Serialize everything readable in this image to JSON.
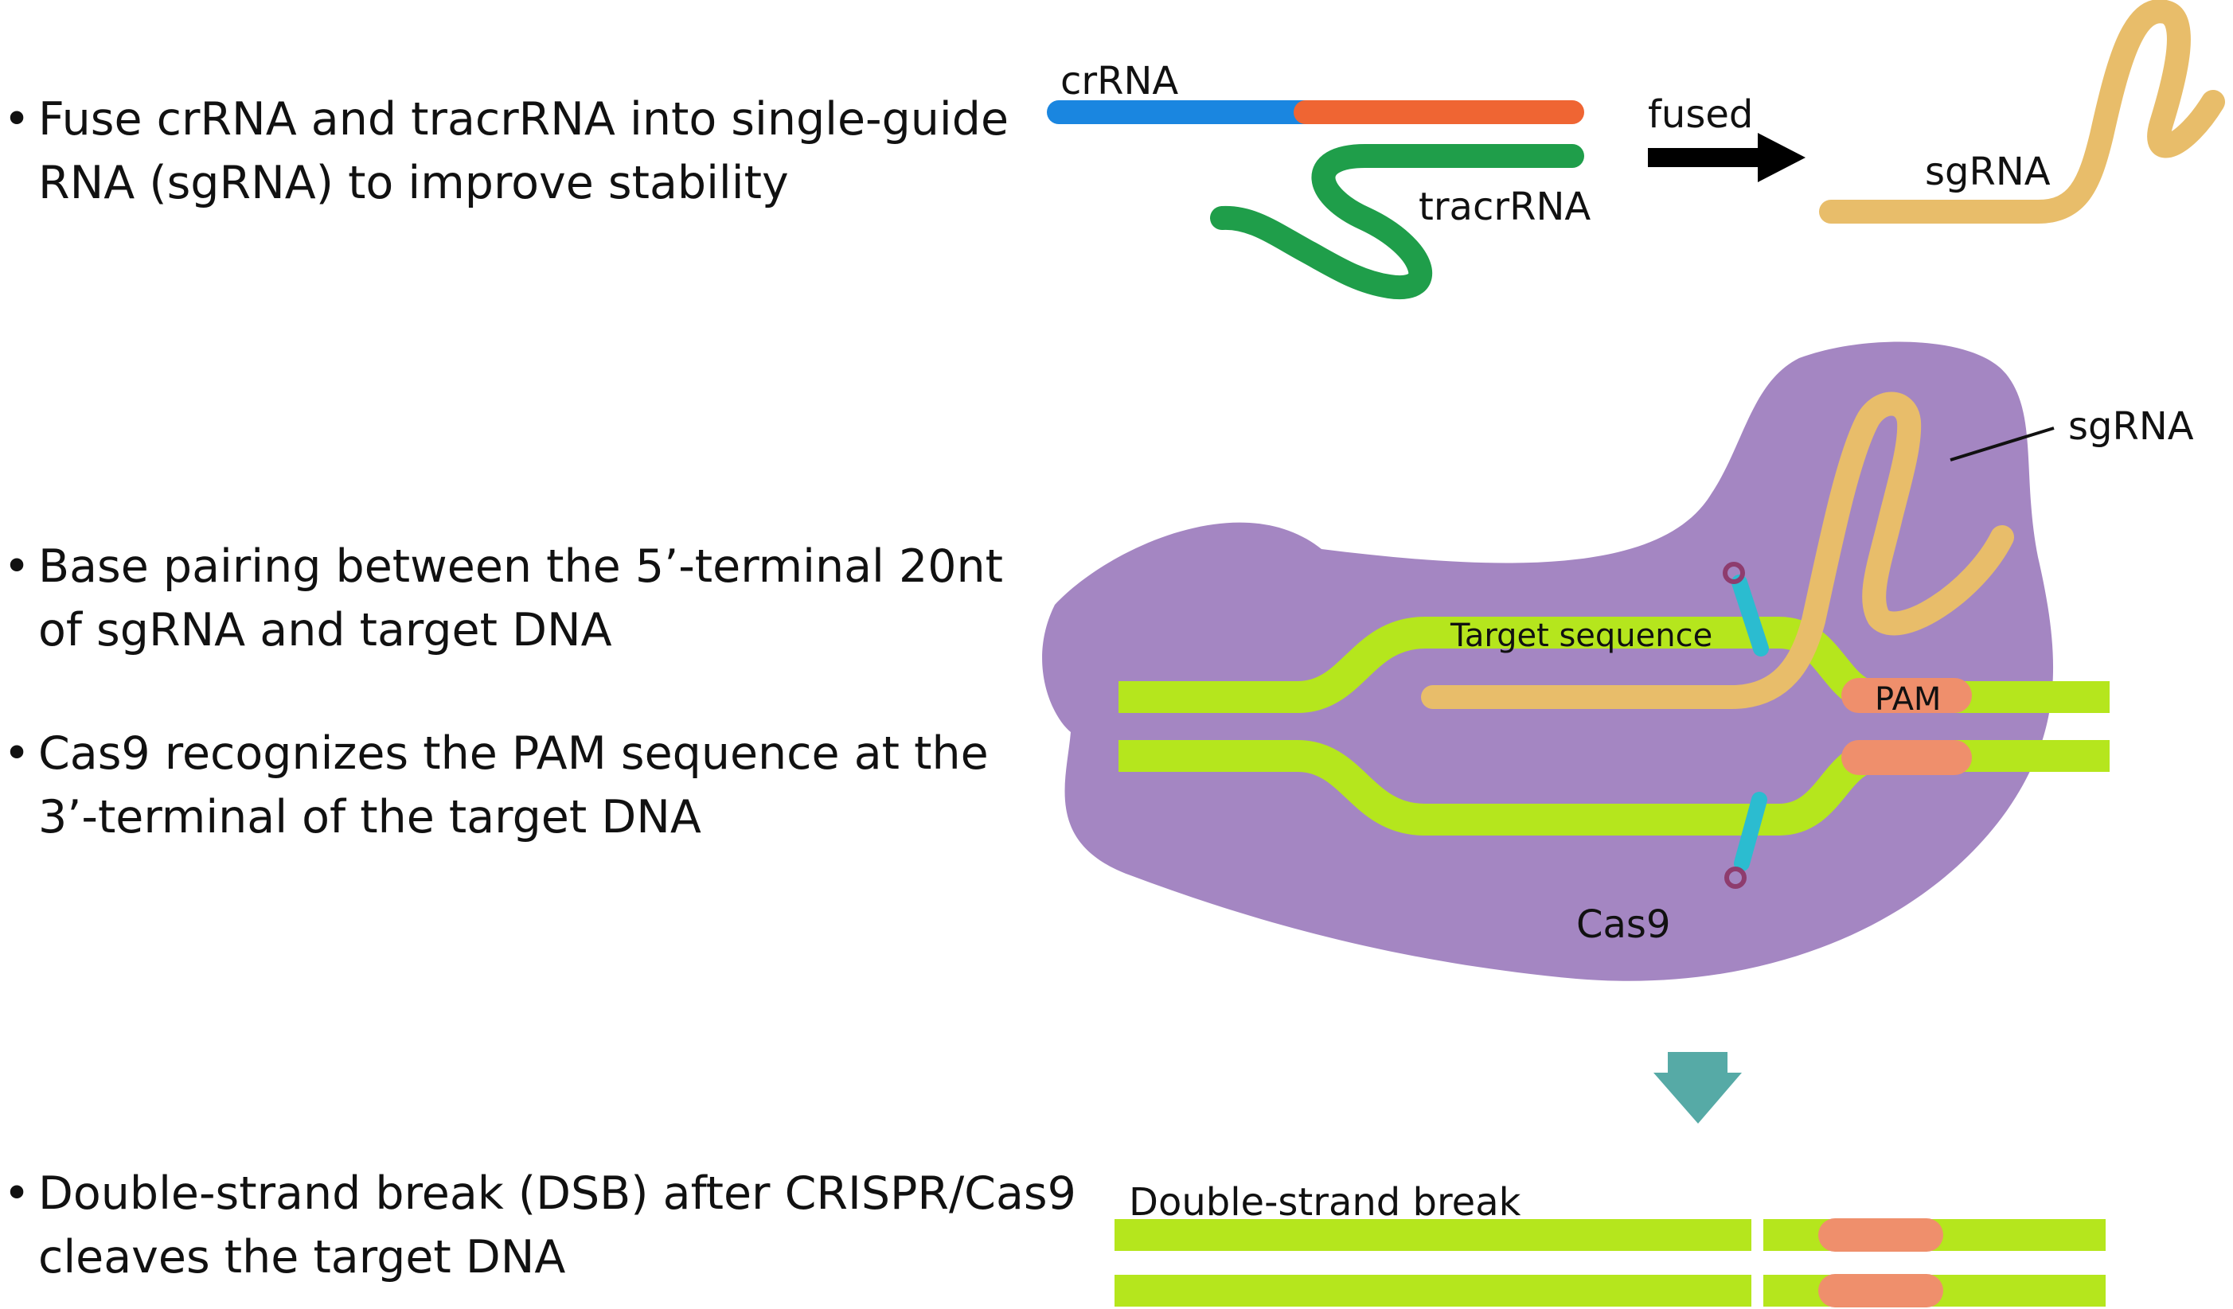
{
  "bullets": [
    {
      "lines": [
        "Fuse crRNA and tracrRNA into single-guide",
        "RNA (sgRNA) to improve stability"
      ]
    },
    {
      "lines": [
        "Base pairing between the 5’-terminal 20nt",
        "of  sgRNA and target DNA"
      ]
    },
    {
      "lines": [
        "Cas9 recognizes the PAM sequence at the",
        "3’-terminal of the target DNA"
      ]
    },
    {
      "lines": [
        "Double-strand break (DSB) after CRISPR/Cas9",
        "cleaves the target DNA"
      ]
    }
  ],
  "labels": {
    "crrna": "crRNA",
    "tracrrna": "tracrRNA",
    "fused": "fused",
    "sgrna_top": "sgRNA",
    "sgrna_complex": "sgRNA",
    "target_sequence": "Target sequence",
    "pam": "PAM",
    "cas9": "Cas9",
    "dsb": "Double-strand break"
  },
  "colors": {
    "crrna_spacer": "#1a86e0",
    "crrna_repeat": "#ef6533",
    "tracrrna": "#1f9e4a",
    "sgrna": "#e8bd6a",
    "dna": "#b5e61d",
    "pam": "#ef8f6c",
    "cas9": "#a486c2",
    "cut_site": "#2bbcd0",
    "arrow_down": "#56aaa6",
    "arrow_fused": "#000000"
  }
}
